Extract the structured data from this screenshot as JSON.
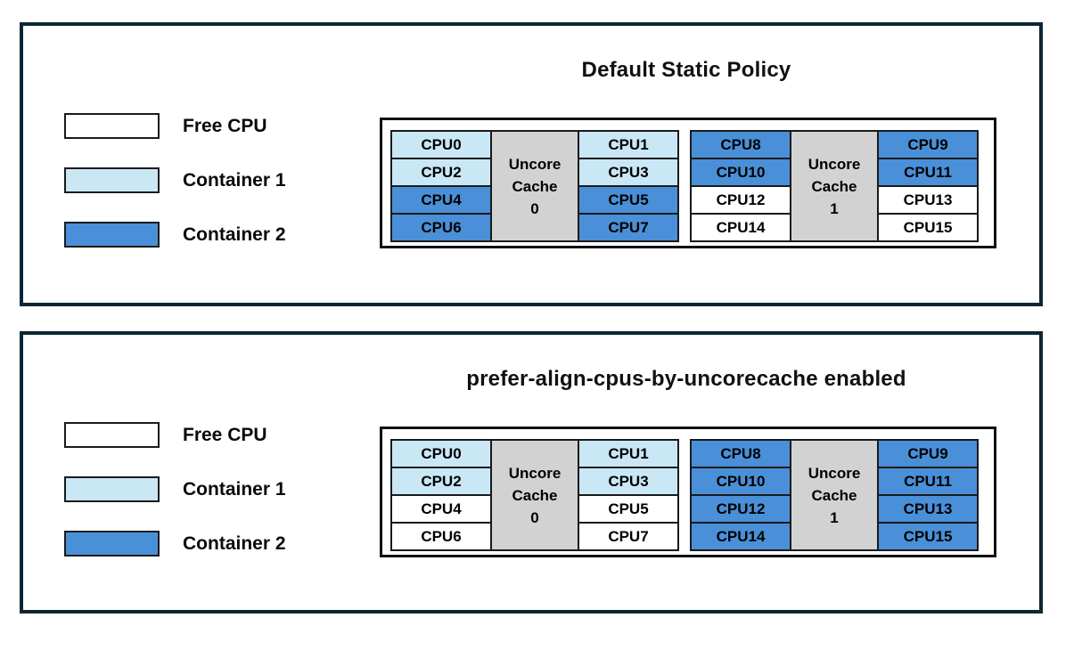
{
  "colors": {
    "free_cpu": "#ffffff",
    "container1": "#cae7f5",
    "container2": "#4a90d8",
    "uncore_cache_bg": "#d2d2d2",
    "panel_border": "#0d2635",
    "cell_border": "#1a1a1a"
  },
  "legend": {
    "items": [
      {
        "label": "Free CPU",
        "swatch": "free"
      },
      {
        "label": "Container 1",
        "swatch": "container1"
      },
      {
        "label": "Container 2",
        "swatch": "container2"
      }
    ]
  },
  "panels": [
    {
      "title": "Default Static Policy",
      "groups": [
        {
          "cache": [
            "Uncore",
            "Cache",
            "0"
          ],
          "cpus": [
            {
              "label": "CPU0",
              "assignment": "container1"
            },
            {
              "label": "CPU1",
              "assignment": "container1"
            },
            {
              "label": "CPU2",
              "assignment": "container1"
            },
            {
              "label": "CPU3",
              "assignment": "container1"
            },
            {
              "label": "CPU4",
              "assignment": "container2"
            },
            {
              "label": "CPU5",
              "assignment": "container2"
            },
            {
              "label": "CPU6",
              "assignment": "container2"
            },
            {
              "label": "CPU7",
              "assignment": "container2"
            }
          ]
        },
        {
          "cache": [
            "Uncore",
            "Cache",
            "1"
          ],
          "cpus": [
            {
              "label": "CPU8",
              "assignment": "container2"
            },
            {
              "label": "CPU9",
              "assignment": "container2"
            },
            {
              "label": "CPU10",
              "assignment": "container2"
            },
            {
              "label": "CPU11",
              "assignment": "container2"
            },
            {
              "label": "CPU12",
              "assignment": "free"
            },
            {
              "label": "CPU13",
              "assignment": "free"
            },
            {
              "label": "CPU14",
              "assignment": "free"
            },
            {
              "label": "CPU15",
              "assignment": "free"
            }
          ]
        }
      ]
    },
    {
      "title": "prefer-align-cpus-by-uncorecache enabled",
      "groups": [
        {
          "cache": [
            "Uncore",
            "Cache",
            "0"
          ],
          "cpus": [
            {
              "label": "CPU0",
              "assignment": "container1"
            },
            {
              "label": "CPU1",
              "assignment": "container1"
            },
            {
              "label": "CPU2",
              "assignment": "container1"
            },
            {
              "label": "CPU3",
              "assignment": "container1"
            },
            {
              "label": "CPU4",
              "assignment": "free"
            },
            {
              "label": "CPU5",
              "assignment": "free"
            },
            {
              "label": "CPU6",
              "assignment": "free"
            },
            {
              "label": "CPU7",
              "assignment": "free"
            }
          ]
        },
        {
          "cache": [
            "Uncore",
            "Cache",
            "1"
          ],
          "cpus": [
            {
              "label": "CPU8",
              "assignment": "container2"
            },
            {
              "label": "CPU9",
              "assignment": "container2"
            },
            {
              "label": "CPU10",
              "assignment": "container2"
            },
            {
              "label": "CPU11",
              "assignment": "container2"
            },
            {
              "label": "CPU12",
              "assignment": "container2"
            },
            {
              "label": "CPU13",
              "assignment": "container2"
            },
            {
              "label": "CPU14",
              "assignment": "container2"
            },
            {
              "label": "CPU15",
              "assignment": "container2"
            }
          ]
        }
      ]
    }
  ]
}
